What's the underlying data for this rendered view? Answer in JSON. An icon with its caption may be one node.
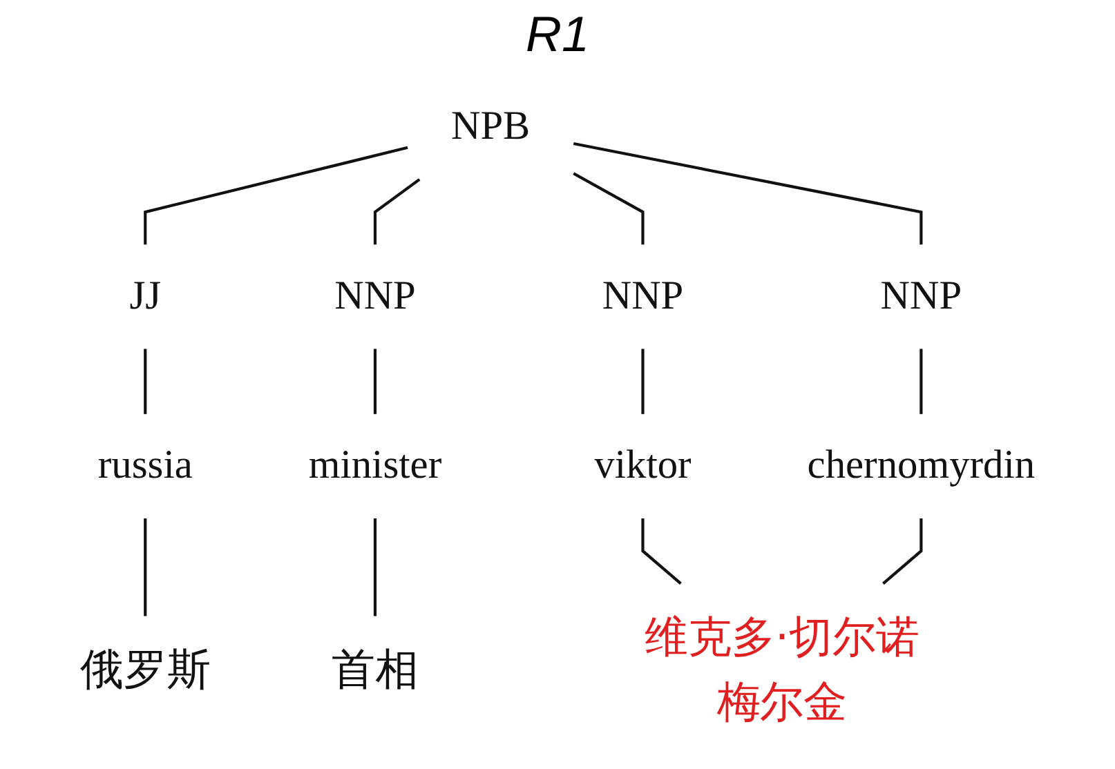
{
  "diagram": {
    "title": "R1",
    "nodes": [
      {
        "text": [
          "NPB"
        ]
      },
      {
        "text": [
          "JJ"
        ]
      },
      {
        "text": [
          "NNP"
        ]
      },
      {
        "text": [
          "NNP"
        ]
      },
      {
        "text": [
          "NNP"
        ]
      },
      {
        "text": [
          "russia"
        ]
      },
      {
        "text": [
          "minister"
        ]
      },
      {
        "text": [
          "viktor"
        ]
      },
      {
        "text": [
          "chernomyrdin"
        ]
      },
      {
        "text": [
          "俄罗斯"
        ]
      },
      {
        "text": [
          "首相"
        ]
      },
      {
        "text": [
          "维克多·切尔诺梅尔金"
        ]
      }
    ],
    "edges": [
      {
        "from": 0,
        "to": 1,
        "arrow": "none"
      },
      {
        "from": 0,
        "to": 2,
        "arrow": "none"
      },
      {
        "from": 0,
        "to": 3,
        "arrow": "none"
      },
      {
        "from": 0,
        "to": 4,
        "arrow": "none"
      },
      {
        "from": 1,
        "to": 5,
        "arrow": "none"
      },
      {
        "from": 2,
        "to": 6,
        "arrow": "none"
      },
      {
        "from": 3,
        "to": 7,
        "arrow": "none"
      },
      {
        "from": 4,
        "to": 8,
        "arrow": "none"
      },
      {
        "from": 5,
        "to": 9,
        "arrow": "none"
      },
      {
        "from": 6,
        "to": 10,
        "arrow": "none"
      },
      {
        "from": 7,
        "to": 11,
        "arrow": "none"
      },
      {
        "from": 8,
        "to": 11,
        "arrow": "none"
      }
    ]
  }
}
